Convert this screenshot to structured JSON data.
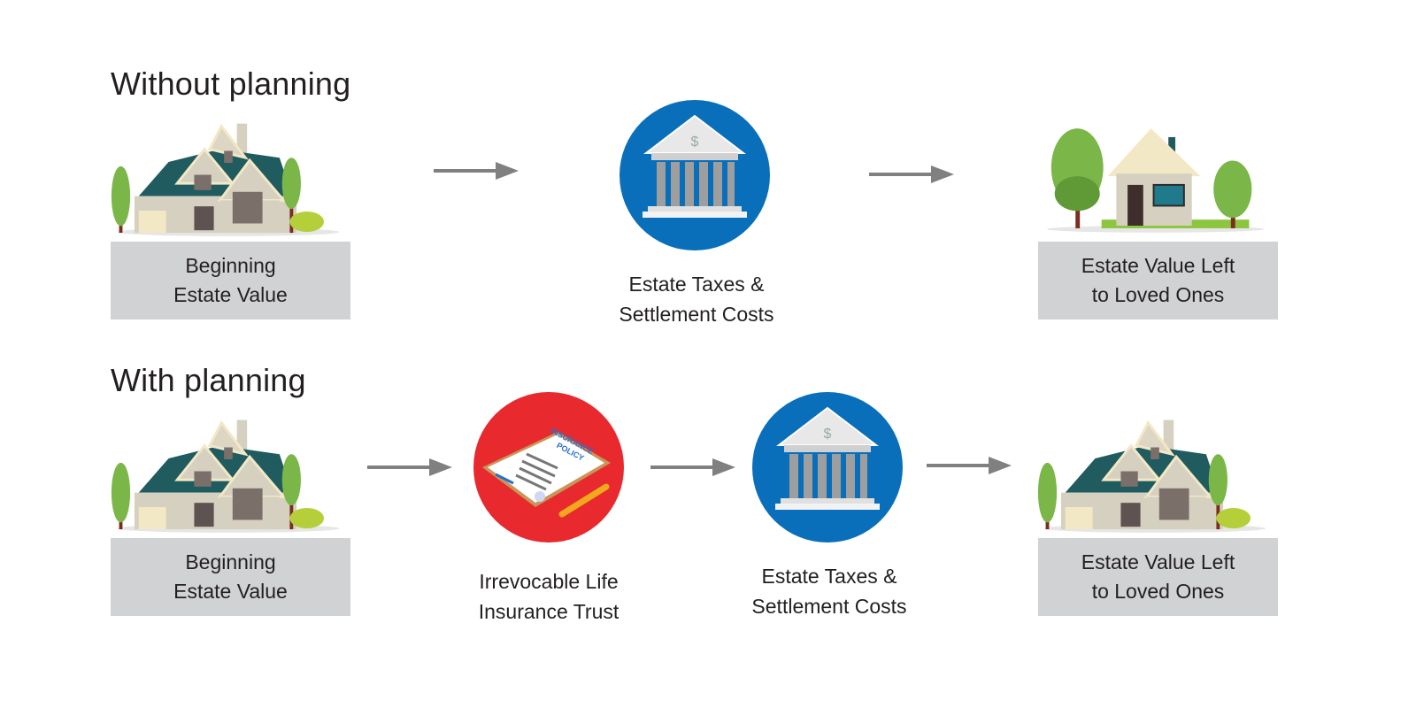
{
  "rows": [
    {
      "title": "Without planning",
      "steps": [
        {
          "icon": "mansion-icon",
          "label": [
            "Beginning",
            "Estate Value"
          ]
        },
        {
          "icon": "bank-icon",
          "label": [
            "Estate Taxes &",
            "Settlement Costs"
          ]
        },
        {
          "icon": "small-house-icon",
          "label": [
            "Estate Value Left",
            "to Loved Ones"
          ]
        }
      ]
    },
    {
      "title": "With planning",
      "steps": [
        {
          "icon": "mansion-icon",
          "label": [
            "Beginning",
            "Estate Value"
          ]
        },
        {
          "icon": "insurance-policy-icon",
          "label": [
            "Irrevocable Life",
            "Insurance Trust"
          ],
          "icon_text": [
            "INSURANCE",
            "POLICY"
          ]
        },
        {
          "icon": "bank-icon",
          "label": [
            "Estate Taxes &",
            "Settlement Costs"
          ],
          "icon_text": "$"
        },
        {
          "icon": "mansion-icon",
          "label": [
            "Estate Value Left",
            "to Loved Ones"
          ]
        }
      ]
    }
  ],
  "colors": {
    "blue": "#0a6fba",
    "red": "#e8292e",
    "box": "#d1d2d4",
    "arrow": "#808080",
    "roof": "#1f5b5f",
    "tree": "#7ab648"
  }
}
